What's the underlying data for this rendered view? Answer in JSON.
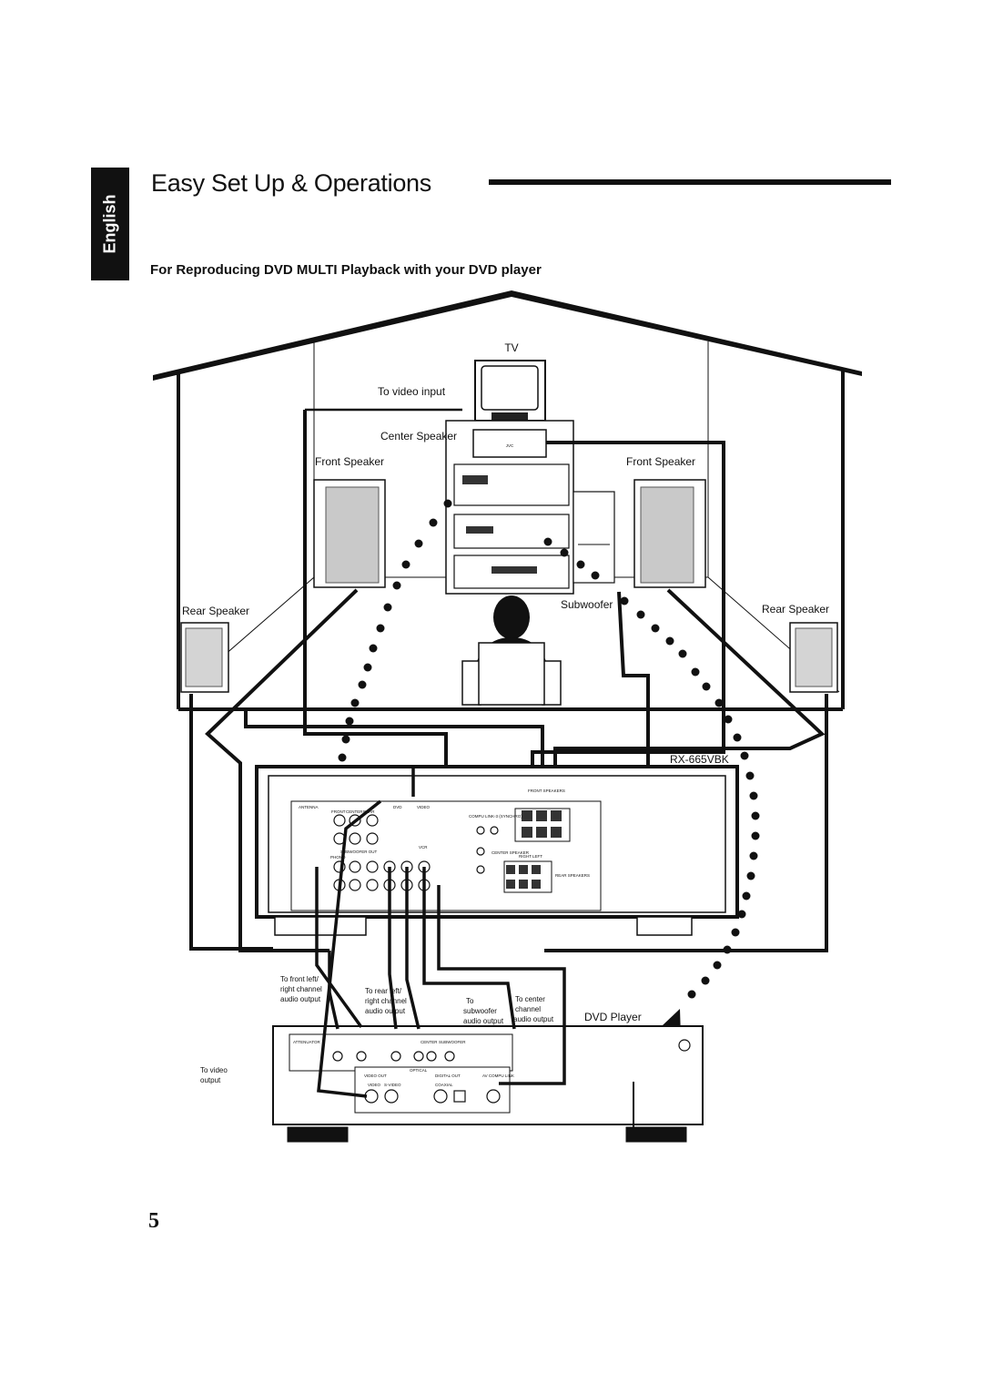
{
  "language_tab": "English",
  "title": "Easy Set Up & Operations",
  "subtitle": "For Reproducing DVD MULTI Playback with your DVD player",
  "page_number": "5",
  "diagram": {
    "tv": "TV",
    "to_video_input": "To video input",
    "center_speaker": "Center Speaker",
    "front_speaker_left": "Front Speaker",
    "front_speaker_right": "Front Speaker",
    "rear_speaker_left": "Rear Speaker",
    "rear_speaker_right": "Rear Speaker",
    "subwoofer": "Subwoofer",
    "receiver_model": "RX-665VBK",
    "dvd_player": "DVD Player",
    "to_video_output": [
      "To video",
      "output"
    ],
    "to_front": [
      "To front  left/",
      "right channel",
      "audio output"
    ],
    "to_rear": [
      "To rear left/",
      "right channel",
      "audio output"
    ],
    "to_subwoofer": [
      "To",
      "subwoofer",
      "audio output"
    ],
    "to_center": [
      "To center",
      "channel",
      "audio output"
    ],
    "receiver_panel": {
      "antenna": "ANTENNA",
      "front": "FRONT",
      "center": "CENTER",
      "rear": "REAR",
      "dvd": "DVD",
      "video": "VIDEO",
      "vcr": "VCR",
      "phono": "PHONO",
      "subwoofer_out": "SUBWOOFER OUT",
      "compu_link": "COMPU LINK-3 (SYNCHRO)",
      "front_speakers": "FRONT SPEAKERS",
      "center_speaker": "CENTER SPEAKER",
      "rear_speakers": "REAR SPEAKERS",
      "right": "RIGHT",
      "left": "LEFT"
    },
    "dvd_panel": {
      "attenuator": "ATTENUATOR",
      "video_out": "VIDEO OUT",
      "digital_out": "DIGITAL OUT",
      "optical": "OPTICAL",
      "coaxial": "COAXIAL",
      "av_compu_link": "AV COMPU LINK",
      "center": "CENTER",
      "subwoofer": "SUBWOOFER",
      "video": "VIDEO",
      "s_video": "S-VIDEO"
    }
  }
}
